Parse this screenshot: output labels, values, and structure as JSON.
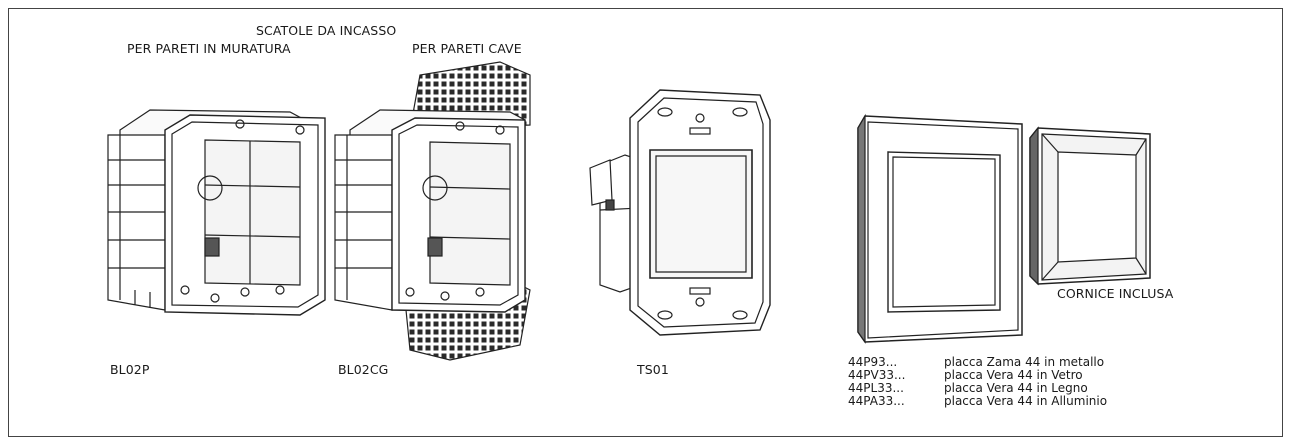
{
  "heading": {
    "main": "SCATOLE DA INCASSO",
    "left": "PER PARETI IN MURATURA",
    "right": "PER PARETI CAVE"
  },
  "products": {
    "box_masonry": "BL02P",
    "box_hollow": "BL02CG",
    "support": "TS01"
  },
  "frame_note": "CORNICE INCLUSA",
  "plates": [
    {
      "code": "44P93...",
      "desc": "placca Zama 44 in metallo"
    },
    {
      "code": "44PV33...",
      "desc": "placca Vera 44 in Vetro"
    },
    {
      "code": "44PL33...",
      "desc": "placca Vera 44 in Legno"
    },
    {
      "code": "44PA33...",
      "desc": "placca Vera 44 in Alluminio"
    }
  ]
}
